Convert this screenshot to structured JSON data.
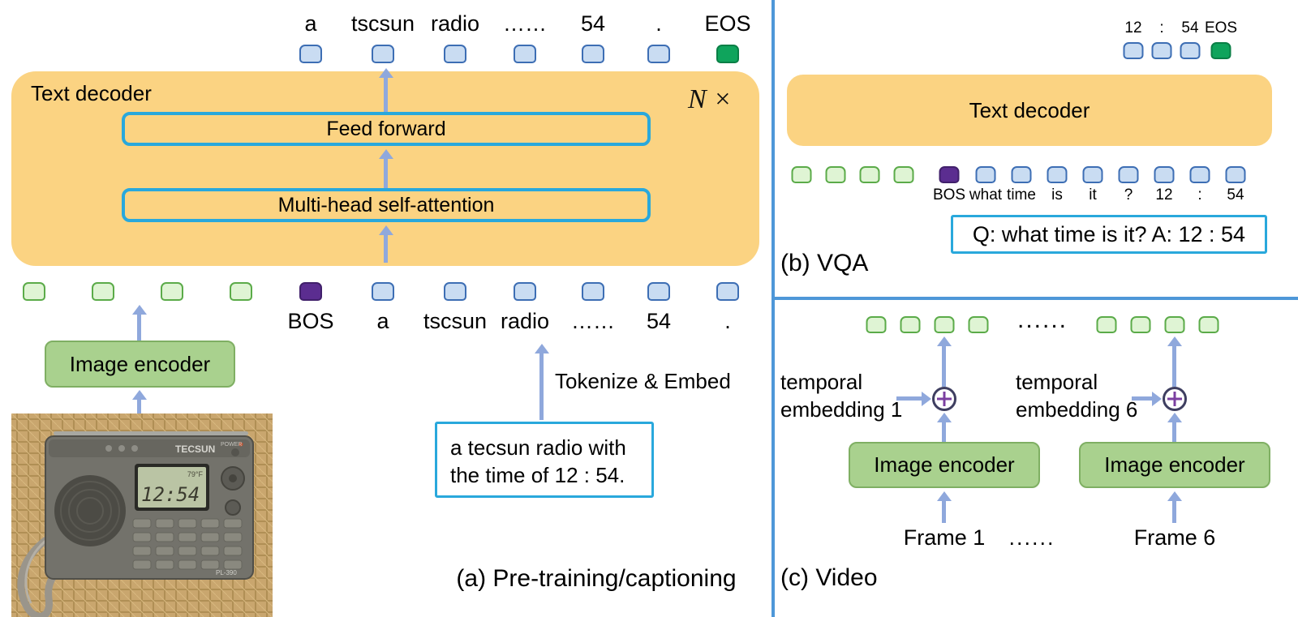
{
  "colors": {
    "decoder_fill": "#FBD382",
    "cyan_border": "#29A8DC",
    "token_blue": "#C9DCF2",
    "token_green": "#DFF4D4",
    "token_purple": "#5B2D90",
    "token_eos": "#0FA45C",
    "encoder_fill": "#A9D18E",
    "arrow": "#8FA8DC",
    "divider": "#4E97D8"
  },
  "panel_a": {
    "caption": "(a) Pre-training/captioning",
    "decoder": {
      "label": "Text decoder",
      "repeat": "N ×",
      "feed_forward": "Feed forward",
      "self_attention": "Multi-head self-attention"
    },
    "output_labels": [
      "a",
      "tscsun",
      "radio",
      "……",
      "54",
      ".",
      "EOS"
    ],
    "input_labels": [
      "BOS",
      "a",
      "tscsun",
      "radio",
      "……",
      "54",
      "."
    ],
    "image_encoder": "Image encoder",
    "tokenize": "Tokenize & Embed",
    "caption_box": {
      "line1": "a tecsun radio with",
      "line2": "the time of 12 : 54."
    }
  },
  "panel_b": {
    "caption": "(b) VQA",
    "decoder_label": "Text decoder",
    "output_labels": [
      "12",
      ":",
      "54",
      "EOS"
    ],
    "input_labels": [
      "BOS",
      "what",
      "time",
      "is",
      "it",
      "?",
      "12",
      ":",
      "54"
    ],
    "qa_box": "Q: what time is it? A: 12 : 54"
  },
  "panel_c": {
    "caption": "(c) Video",
    "tokens_dots": "......",
    "temporal_1": {
      "line1": "temporal",
      "line2": "embedding 1"
    },
    "temporal_6": {
      "line1": "temporal",
      "line2": "embedding 6"
    },
    "encoder_1": "Image encoder",
    "encoder_2": "Image encoder",
    "frame_1": "Frame 1",
    "frames_dots": "......",
    "frame_6": "Frame 6"
  },
  "radio_photo": {
    "brand": "TECSUN",
    "power": "POWER",
    "temp": "79°F",
    "time": "12:54",
    "model": "PL-390"
  }
}
